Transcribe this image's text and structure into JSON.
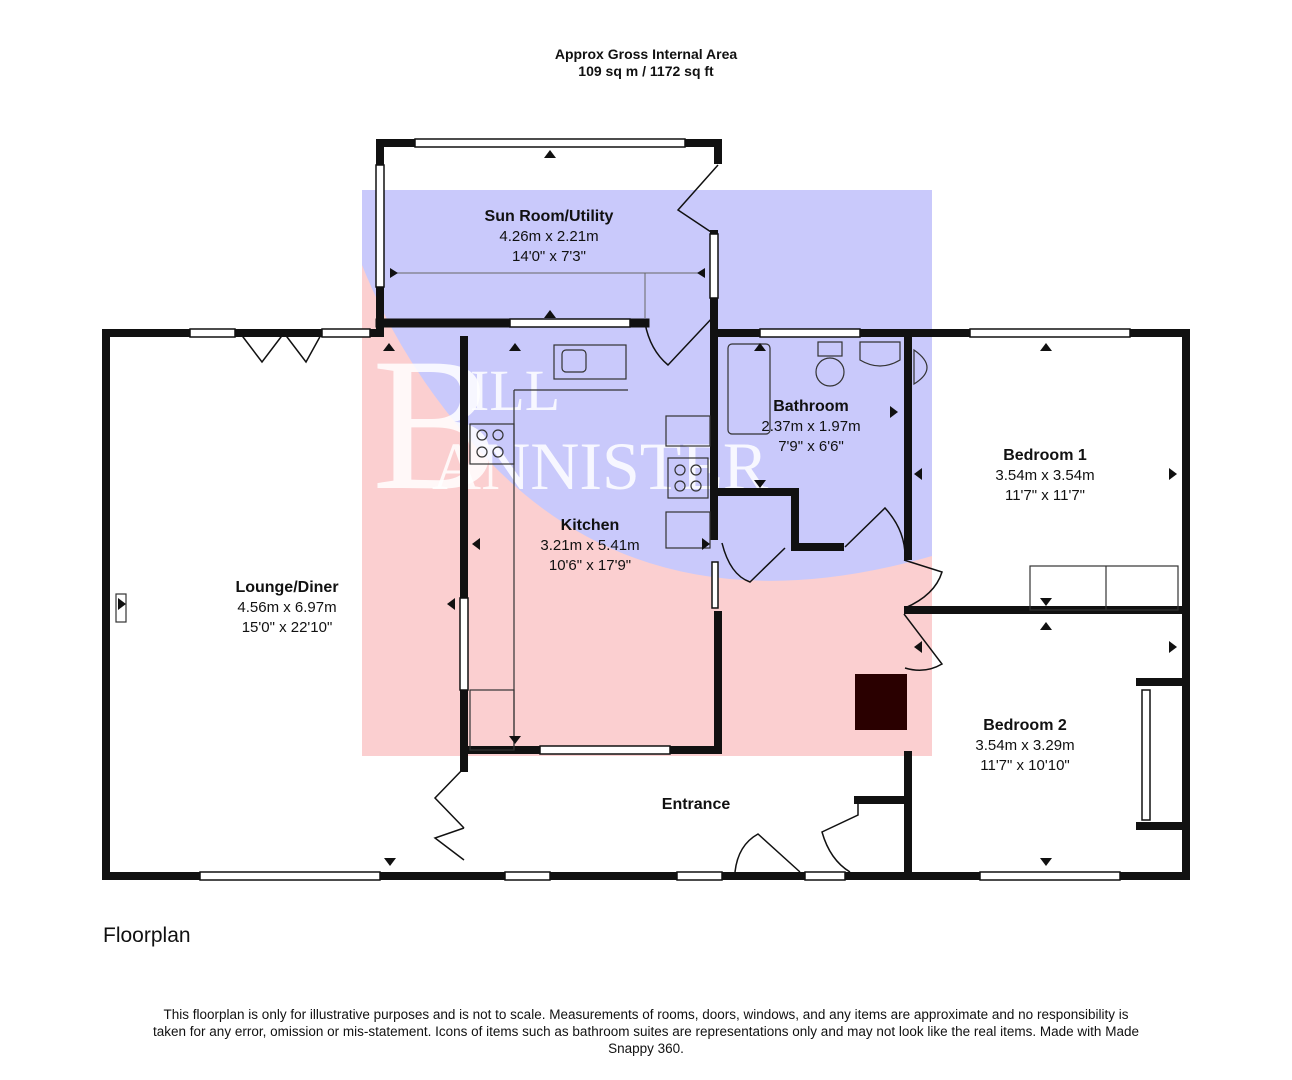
{
  "header": {
    "line1": "Approx Gross Internal Area",
    "line2": "109 sq m / 1172 sq ft"
  },
  "watermark": {
    "big_letter": "B",
    "letter2": "B",
    "top_text": "ILL",
    "bottom_text": "ANNISTER",
    "colors": {
      "blue": "#c9c9fb",
      "pink": "#fbcfd0"
    }
  },
  "rooms": [
    {
      "id": "sun-room",
      "name": "Sun Room/Utility",
      "metric": "4.26m x 2.21m",
      "imperial": "14'0\" x 7'3\""
    },
    {
      "id": "bathroom",
      "name": "Bathroom",
      "metric": "2.37m x 1.97m",
      "imperial": "7'9\" x 6'6\""
    },
    {
      "id": "bedroom-1",
      "name": "Bedroom 1",
      "metric": "3.54m x 3.54m",
      "imperial": "11'7\" x 11'7\""
    },
    {
      "id": "kitchen",
      "name": "Kitchen",
      "metric": "3.21m x 5.41m",
      "imperial": "10'6\" x 17'9\""
    },
    {
      "id": "lounge-diner",
      "name": "Lounge/Diner",
      "metric": "4.56m x 6.97m",
      "imperial": "15'0\" x 22'10\""
    },
    {
      "id": "bedroom-2",
      "name": "Bedroom 2",
      "metric": "3.54m x 3.29m",
      "imperial": "11'7\" x 10'10\""
    },
    {
      "id": "entrance",
      "name": "Entrance"
    }
  ],
  "floor_label": "Floorplan",
  "disclaimer": "This floorplan is only for illustrative purposes and is not to scale. Measurements of rooms, doors, windows, and any items are approximate and no responsibility is taken for any error, omission or mis-statement. Icons of items such as bathroom suites are representations only and may not look like the real items. Made with Made Snappy 360."
}
